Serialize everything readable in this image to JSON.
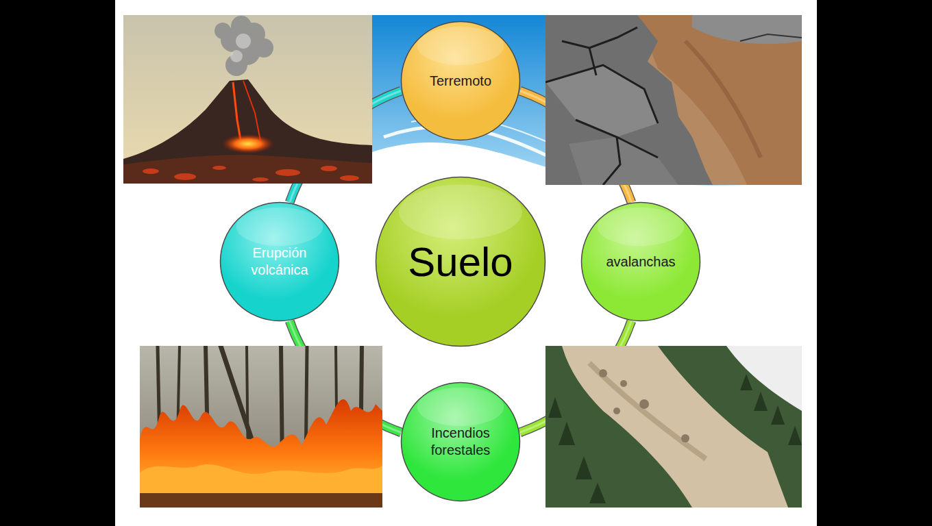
{
  "diagram": {
    "nodes": [
      {
        "text": [
          "Terremoto"
        ]
      },
      {
        "text": [
          "Erupción volcánica"
        ]
      },
      {
        "text": [
          "Suelo"
        ]
      },
      {
        "text": [
          "avalanchas"
        ]
      },
      {
        "text": [
          "Incendios forestales"
        ]
      }
    ],
    "edges": [
      {
        "from": 0,
        "to": 3,
        "arrow": "none"
      },
      {
        "from": 3,
        "to": 4,
        "arrow": "none"
      },
      {
        "from": 4,
        "to": 1,
        "arrow": "none"
      },
      {
        "from": 1,
        "to": 0,
        "arrow": "none"
      }
    ]
  }
}
